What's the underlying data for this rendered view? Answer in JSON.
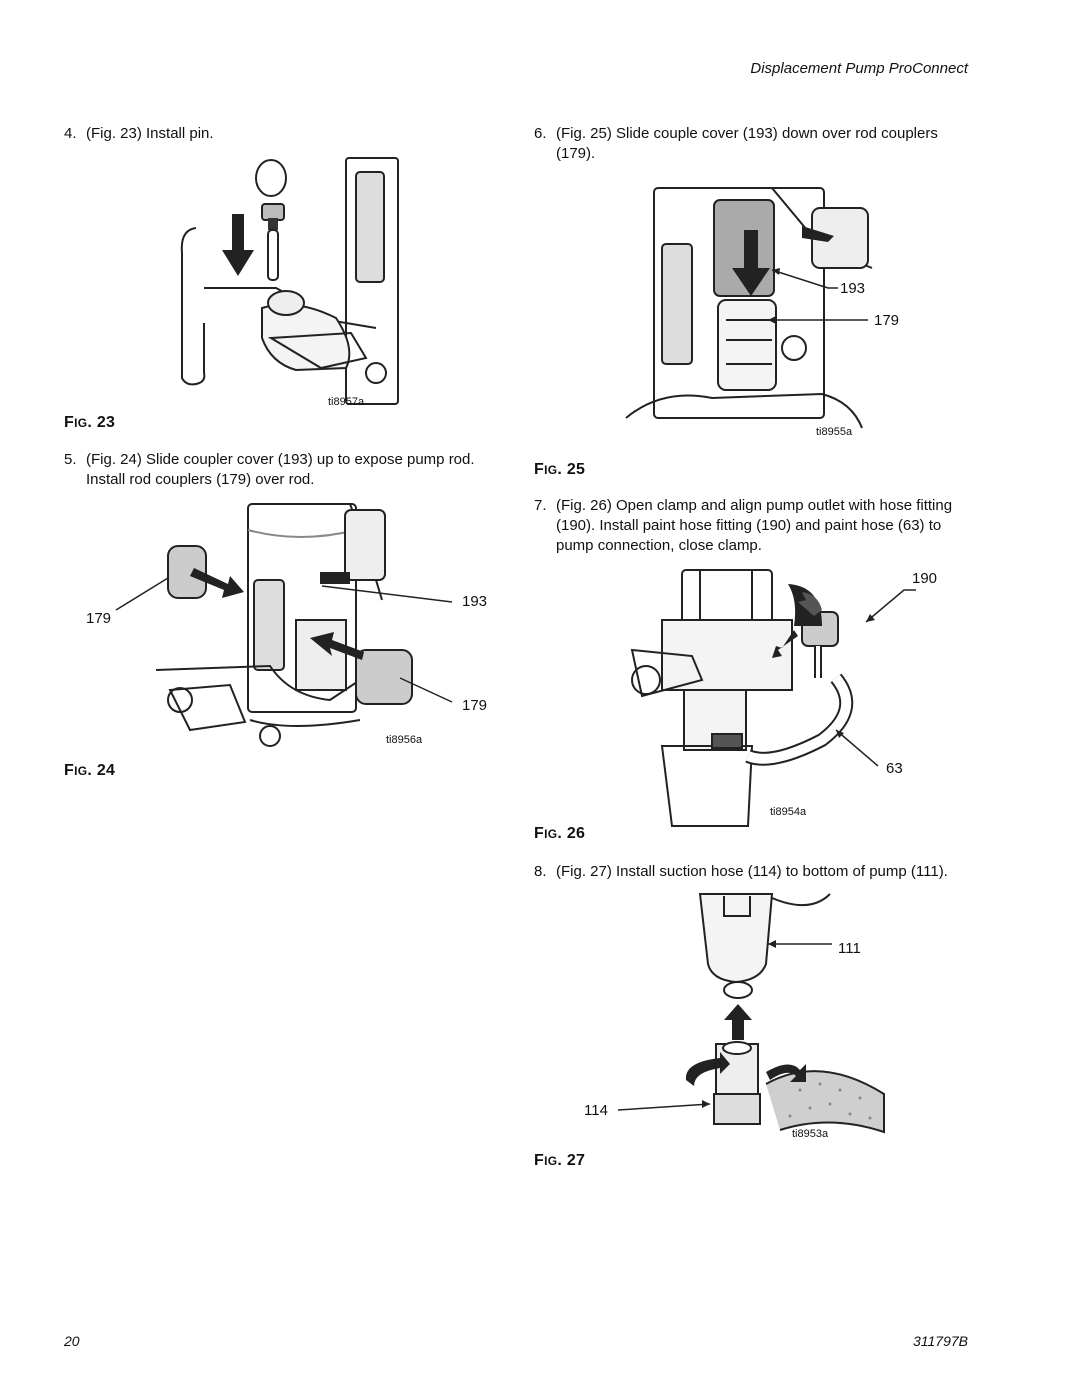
{
  "header": {
    "title": "Displacement Pump ProConnect"
  },
  "steps": {
    "s4": {
      "num": "4.",
      "text": "(Fig. 23) Install pin."
    },
    "s5": {
      "num": "5.",
      "text": "(Fig. 24) Slide coupler cover (193) up to expose pump rod. Install rod couplers (179) over rod."
    },
    "s6": {
      "num": "6.",
      "text": "(Fig. 25) Slide couple cover (193) down over rod couplers (179)."
    },
    "s7": {
      "num": "7.",
      "text": "(Fig. 26) Open clamp and align pump outlet with hose fitting (190). Install paint hose fitting (190) and paint hose (63) to pump connection, close clamp."
    },
    "s8": {
      "num": "8.",
      "text": "(Fig. 27) Install suction hose (114) to bottom of pump (111)."
    }
  },
  "figures": {
    "f23": {
      "prefix": "F",
      "small": "IG",
      "num": ". 23",
      "tag": "ti8957a"
    },
    "f24": {
      "prefix": "F",
      "small": "IG",
      "num": ". 24",
      "tag": "ti8956a",
      "callouts": [
        "179",
        "193",
        "179"
      ]
    },
    "f25": {
      "prefix": "F",
      "small": "IG",
      "num": ". 25",
      "tag": "ti8955a",
      "callouts": [
        "193",
        "179"
      ]
    },
    "f26": {
      "prefix": "F",
      "small": "IG",
      "num": ". 26",
      "tag": "ti8954a",
      "callouts": [
        "190",
        "63"
      ]
    },
    "f27": {
      "prefix": "F",
      "small": "IG",
      "num": ". 27",
      "tag": "ti8953a",
      "callouts": [
        "111",
        "114"
      ]
    }
  },
  "footer": {
    "page": "20",
    "doc": "311797B"
  }
}
